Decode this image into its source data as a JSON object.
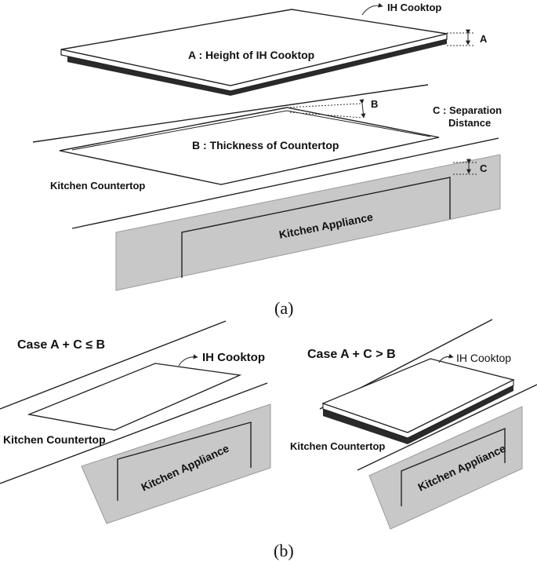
{
  "panel_a": {
    "ih_cooktop": "IH Cooktop",
    "label_a": "A : Height of IH Cooktop",
    "dim_a": "A",
    "label_b": "B : Thickness of Countertop",
    "dim_b": "B",
    "label_c_line1": "C : Separation",
    "label_c_line2": "Distance",
    "dim_c": "C",
    "countertop": "Kitchen Countertop",
    "appliance": "Kitchen Appliance",
    "caption": "(a)"
  },
  "panel_b": {
    "left": {
      "case_title": "Case  A + C ≤ B",
      "ih_cooktop": "IH Cooktop",
      "countertop": "Kitchen Countertop",
      "appliance": "Kitchen Appliance"
    },
    "right": {
      "case_title": "Case  A + C > B",
      "ih_cooktop": "IH Cooktop",
      "countertop": "Kitchen Countertop",
      "appliance": "Kitchen Appliance"
    },
    "caption": "(b)"
  },
  "colors": {
    "appliance_fill": "#c8c8c8",
    "cooktop_base": "#2a2a2a"
  }
}
